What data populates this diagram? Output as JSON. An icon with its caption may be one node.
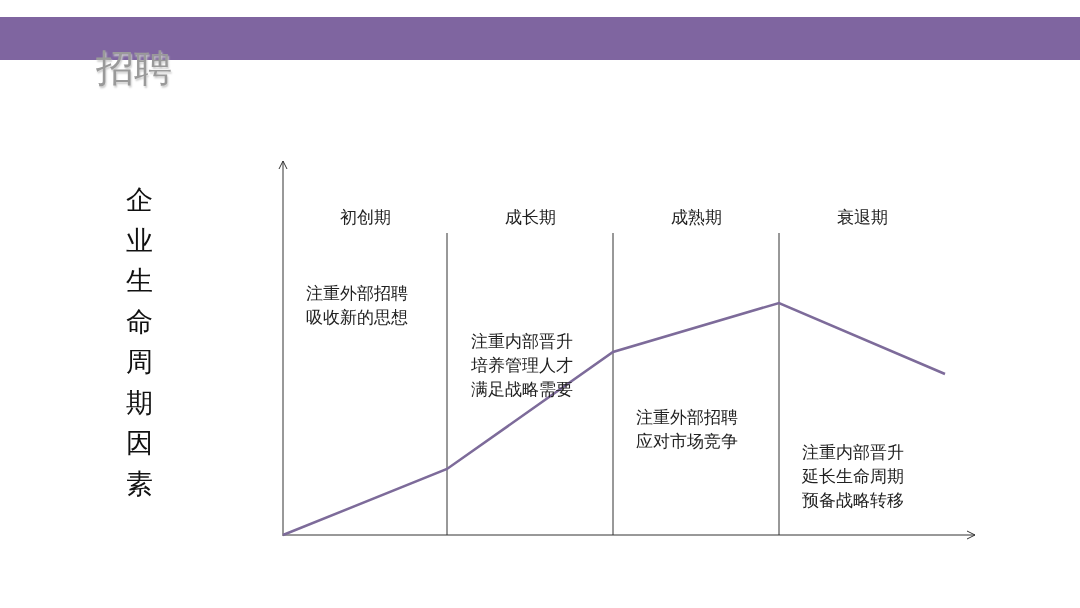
{
  "diagram": {
    "title": "招聘",
    "labels": [
      "企业生命周期因素",
      "初创期",
      "成长期",
      "成熟期",
      "衰退期",
      "注重外部招聘吸收新的思想",
      "注重内部晋升培养管理人才满足战略需要",
      "注重外部招聘应对市场竞争",
      "注重内部晋升延长生命周期预备战略转移"
    ]
  }
}
